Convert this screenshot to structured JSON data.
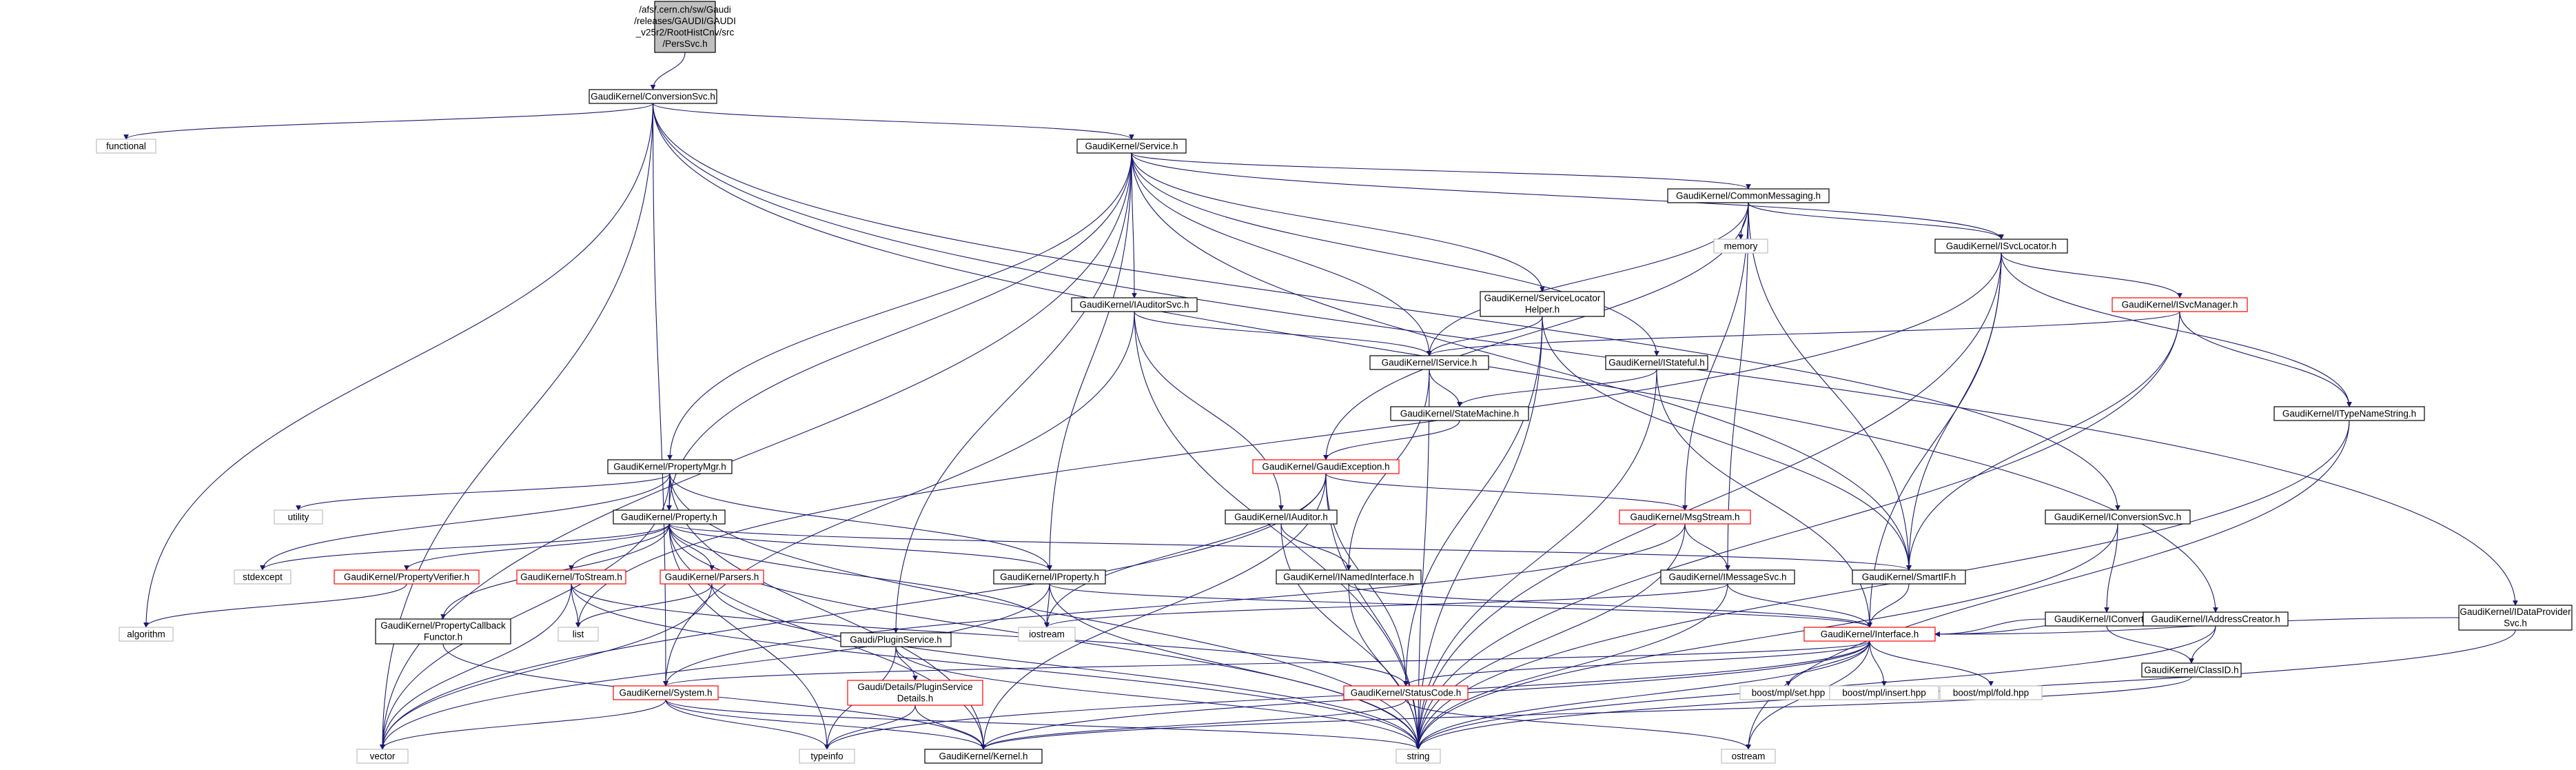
{
  "colors": {
    "edge": "#191970",
    "normal_border": "#000000",
    "normal_fill": "#ffffff",
    "external_border": "#bfbfbf",
    "external_fill": "#ffffff",
    "incomplete_border": "#ff0000",
    "incomplete_fill": "#ffffff",
    "root_border": "#000000",
    "root_fill": "#bfbfbf",
    "text": "#000000"
  },
  "nodes": [
    {
      "id": "root",
      "style": "root",
      "lines": [
        "/afs/.cern.ch/sw/Gaudi",
        "/releases/GAUDI/GAUDI",
        "_v25r2/RootHistCnv/src",
        "/PersSvc.h"
      ]
    },
    {
      "id": "conversionsvc",
      "style": "normal",
      "lines": [
        "GaudiKernel/ConversionSvc.h"
      ]
    },
    {
      "id": "functional",
      "style": "external",
      "lines": [
        "functional"
      ]
    },
    {
      "id": "service",
      "style": "normal",
      "lines": [
        "GaudiKernel/Service.h"
      ]
    },
    {
      "id": "commonmessaging",
      "style": "normal",
      "lines": [
        "GaudiKernel/CommonMessaging.h"
      ]
    },
    {
      "id": "memory",
      "style": "external",
      "lines": [
        "memory"
      ]
    },
    {
      "id": "isvclocator",
      "style": "normal",
      "lines": [
        "GaudiKernel/ISvcLocator.h"
      ]
    },
    {
      "id": "iauditorsvc",
      "style": "normal",
      "lines": [
        "GaudiKernel/IAuditorSvc.h"
      ]
    },
    {
      "id": "servicelocatorhelper",
      "style": "normal",
      "lines": [
        "GaudiKernel/ServiceLocator",
        "Helper.h"
      ]
    },
    {
      "id": "isvcmanager",
      "style": "incomplete",
      "lines": [
        "GaudiKernel/ISvcManager.h"
      ]
    },
    {
      "id": "iservice",
      "style": "normal",
      "lines": [
        "GaudiKernel/IService.h"
      ]
    },
    {
      "id": "istateful",
      "style": "normal",
      "lines": [
        "GaudiKernel/IStateful.h"
      ]
    },
    {
      "id": "statemachine",
      "style": "normal",
      "lines": [
        "GaudiKernel/StateMachine.h"
      ]
    },
    {
      "id": "itypenamestring",
      "style": "normal",
      "lines": [
        "GaudiKernel/ITypeNameString.h"
      ]
    },
    {
      "id": "propertymgr",
      "style": "normal",
      "lines": [
        "GaudiKernel/PropertyMgr.h"
      ]
    },
    {
      "id": "gaudiexception",
      "style": "incomplete",
      "lines": [
        "GaudiKernel/GaudiException.h"
      ]
    },
    {
      "id": "utility",
      "style": "external",
      "lines": [
        "utility"
      ]
    },
    {
      "id": "property",
      "style": "normal",
      "lines": [
        "GaudiKernel/Property.h"
      ]
    },
    {
      "id": "iauditor",
      "style": "normal",
      "lines": [
        "GaudiKernel/IAuditor.h"
      ]
    },
    {
      "id": "msgstream",
      "style": "incomplete",
      "lines": [
        "GaudiKernel/MsgStream.h"
      ]
    },
    {
      "id": "iconversionsvc",
      "style": "normal",
      "lines": [
        "GaudiKernel/IConversionSvc.h"
      ]
    },
    {
      "id": "stdexcept",
      "style": "external",
      "lines": [
        "stdexcept"
      ]
    },
    {
      "id": "propertyverifier",
      "style": "incomplete",
      "lines": [
        "GaudiKernel/PropertyVerifier.h"
      ]
    },
    {
      "id": "tostream",
      "style": "incomplete",
      "lines": [
        "GaudiKernel/ToStream.h"
      ]
    },
    {
      "id": "parsers",
      "style": "incomplete",
      "lines": [
        "GaudiKernel/Parsers.h"
      ]
    },
    {
      "id": "iproperty",
      "style": "normal",
      "lines": [
        "GaudiKernel/IProperty.h"
      ]
    },
    {
      "id": "inamedinterface",
      "style": "normal",
      "lines": [
        "GaudiKernel/INamedInterface.h"
      ]
    },
    {
      "id": "imessagesvc",
      "style": "normal",
      "lines": [
        "GaudiKernel/IMessageSvc.h"
      ]
    },
    {
      "id": "smartif",
      "style": "normal",
      "lines": [
        "GaudiKernel/SmartIF.h"
      ]
    },
    {
      "id": "iconverter",
      "style": "normal",
      "lines": [
        "GaudiKernel/IConverter.h"
      ]
    },
    {
      "id": "iaddresscreator",
      "style": "normal",
      "lines": [
        "GaudiKernel/IAddressCreator.h"
      ]
    },
    {
      "id": "idataprovidersvc",
      "style": "normal",
      "lines": [
        "GaudiKernel/IDataProvider",
        "Svc.h"
      ]
    },
    {
      "id": "algorithm",
      "style": "external",
      "lines": [
        "algorithm"
      ]
    },
    {
      "id": "list",
      "style": "external",
      "lines": [
        "list"
      ]
    },
    {
      "id": "iostream",
      "style": "external",
      "lines": [
        "iostream"
      ]
    },
    {
      "id": "propertycallbackfunctor",
      "style": "normal",
      "lines": [
        "GaudiKernel/PropertyCallback",
        "Functor.h"
      ]
    },
    {
      "id": "pluginservice",
      "style": "normal",
      "lines": [
        "Gaudi/PluginService.h"
      ]
    },
    {
      "id": "interface",
      "style": "incomplete",
      "lines": [
        "GaudiKernel/Interface.h"
      ]
    },
    {
      "id": "classid",
      "style": "normal",
      "lines": [
        "GaudiKernel/ClassID.h"
      ]
    },
    {
      "id": "pluginservicedetails",
      "style": "incomplete",
      "lines": [
        "Gaudi/Details/PluginService",
        "Details.h"
      ]
    },
    {
      "id": "system",
      "style": "incomplete",
      "lines": [
        "GaudiKernel/System.h"
      ]
    },
    {
      "id": "statuscode",
      "style": "incomplete",
      "lines": [
        "GaudiKernel/StatusCode.h"
      ]
    },
    {
      "id": "boostset",
      "style": "external",
      "lines": [
        "boost/mpl/set.hpp"
      ]
    },
    {
      "id": "boostinsert",
      "style": "external",
      "lines": [
        "boost/mpl/insert.hpp"
      ]
    },
    {
      "id": "boostfold",
      "style": "external",
      "lines": [
        "boost/mpl/fold.hpp"
      ]
    },
    {
      "id": "vector",
      "style": "external",
      "lines": [
        "vector"
      ]
    },
    {
      "id": "typeinfo",
      "style": "external",
      "lines": [
        "typeinfo"
      ]
    },
    {
      "id": "kernel",
      "style": "normal",
      "lines": [
        "GaudiKernel/Kernel.h"
      ]
    },
    {
      "id": "string",
      "style": "external",
      "lines": [
        "string"
      ]
    },
    {
      "id": "ostream",
      "style": "external",
      "lines": [
        "ostream"
      ]
    }
  ],
  "edges": [
    [
      "root",
      "conversionsvc"
    ],
    [
      "conversionsvc",
      "functional"
    ],
    [
      "conversionsvc",
      "service"
    ],
    [
      "conversionsvc",
      "iconversionsvc"
    ],
    [
      "conversionsvc",
      "iaddresscreator"
    ],
    [
      "conversionsvc",
      "idataprovidersvc"
    ],
    [
      "conversionsvc",
      "algorithm"
    ],
    [
      "conversionsvc",
      "vector"
    ],
    [
      "conversionsvc",
      "system"
    ],
    [
      "service",
      "commonmessaging"
    ],
    [
      "service",
      "isvclocator"
    ],
    [
      "service",
      "iauditorsvc"
    ],
    [
      "service",
      "servicelocatorhelper"
    ],
    [
      "service",
      "iservice"
    ],
    [
      "service",
      "istateful"
    ],
    [
      "service",
      "propertymgr"
    ],
    [
      "service",
      "property"
    ],
    [
      "service",
      "iproperty"
    ],
    [
      "service",
      "smartif"
    ],
    [
      "service",
      "pluginservice"
    ],
    [
      "service",
      "vector"
    ],
    [
      "commonmessaging",
      "memory"
    ],
    [
      "commonmessaging",
      "isvclocator"
    ],
    [
      "commonmessaging",
      "iservice"
    ],
    [
      "commonmessaging",
      "gaudiexception"
    ],
    [
      "commonmessaging",
      "msgstream"
    ],
    [
      "commonmessaging",
      "imessagesvc"
    ],
    [
      "commonmessaging",
      "smartif"
    ],
    [
      "isvclocator",
      "isvcmanager"
    ],
    [
      "isvclocator",
      "itypenamestring"
    ],
    [
      "isvclocator",
      "smartif"
    ],
    [
      "isvclocator",
      "interface"
    ],
    [
      "isvclocator",
      "string"
    ],
    [
      "isvclocator",
      "list"
    ],
    [
      "iauditorsvc",
      "iservice"
    ],
    [
      "iauditorsvc",
      "iauditor"
    ],
    [
      "iauditorsvc",
      "system"
    ],
    [
      "iauditorsvc",
      "string"
    ],
    [
      "servicelocatorhelper",
      "iservice"
    ],
    [
      "servicelocatorhelper",
      "smartif"
    ],
    [
      "servicelocatorhelper",
      "statuscode"
    ],
    [
      "servicelocatorhelper",
      "string"
    ],
    [
      "isvcmanager",
      "iservice"
    ],
    [
      "isvcmanager",
      "itypenamestring"
    ],
    [
      "isvcmanager",
      "smartif"
    ],
    [
      "isvcmanager",
      "string"
    ],
    [
      "iservice",
      "statemachine"
    ],
    [
      "iservice",
      "inamedinterface"
    ],
    [
      "iservice",
      "string"
    ],
    [
      "istateful",
      "statemachine"
    ],
    [
      "istateful",
      "interface"
    ],
    [
      "istateful",
      "string"
    ],
    [
      "statemachine",
      "gaudiexception"
    ],
    [
      "itypenamestring",
      "string"
    ],
    [
      "itypenamestring",
      "ostream"
    ],
    [
      "propertymgr",
      "utility"
    ],
    [
      "propertymgr",
      "property"
    ],
    [
      "propertymgr",
      "iproperty"
    ],
    [
      "propertymgr",
      "stdexcept"
    ],
    [
      "propertymgr",
      "vector"
    ],
    [
      "propertymgr",
      "string"
    ],
    [
      "propertymgr",
      "kernel"
    ],
    [
      "gaudiexception",
      "msgstream"
    ],
    [
      "gaudiexception",
      "statuscode"
    ],
    [
      "gaudiexception",
      "string"
    ],
    [
      "gaudiexception",
      "iostream"
    ],
    [
      "gaudiexception",
      "kernel"
    ],
    [
      "gaudiexception",
      "vector"
    ],
    [
      "property",
      "stdexcept"
    ],
    [
      "property",
      "propertyverifier"
    ],
    [
      "property",
      "tostream"
    ],
    [
      "property",
      "parsers"
    ],
    [
      "property",
      "iproperty"
    ],
    [
      "property",
      "propertycallbackfunctor"
    ],
    [
      "property",
      "smartif"
    ],
    [
      "property",
      "string"
    ],
    [
      "property",
      "kernel"
    ],
    [
      "property",
      "typeinfo"
    ],
    [
      "property",
      "iostream"
    ],
    [
      "iauditor",
      "inamedinterface"
    ],
    [
      "iauditor",
      "string"
    ],
    [
      "msgstream",
      "imessagesvc"
    ],
    [
      "msgstream",
      "string"
    ],
    [
      "msgstream",
      "system"
    ],
    [
      "iconversionsvc",
      "iconverter"
    ],
    [
      "iconversionsvc",
      "string"
    ],
    [
      "propertyverifier",
      "algorithm"
    ],
    [
      "tostream",
      "list"
    ],
    [
      "tostream",
      "vector"
    ],
    [
      "tostream",
      "string"
    ],
    [
      "tostream",
      "statuscode"
    ],
    [
      "parsers",
      "list"
    ],
    [
      "parsers",
      "vector"
    ],
    [
      "parsers",
      "string"
    ],
    [
      "iproperty",
      "interface"
    ],
    [
      "iproperty",
      "iostream"
    ],
    [
      "iproperty",
      "vector"
    ],
    [
      "iproperty",
      "string"
    ],
    [
      "inamedinterface",
      "interface"
    ],
    [
      "inamedinterface",
      "string"
    ],
    [
      "imessagesvc",
      "interface"
    ],
    [
      "imessagesvc",
      "iostream"
    ],
    [
      "imessagesvc",
      "string"
    ],
    [
      "smartif",
      "interface"
    ],
    [
      "iconverter",
      "interface"
    ],
    [
      "iconverter",
      "classid"
    ],
    [
      "iaddresscreator",
      "interface"
    ],
    [
      "iaddresscreator",
      "classid"
    ],
    [
      "iaddresscreator",
      "string"
    ],
    [
      "idataprovidersvc",
      "interface"
    ],
    [
      "idataprovidersvc",
      "string"
    ],
    [
      "propertycallbackfunctor",
      "kernel"
    ],
    [
      "pluginservice",
      "pluginservicedetails"
    ],
    [
      "pluginservice",
      "string"
    ],
    [
      "pluginservice",
      "typeinfo"
    ],
    [
      "interface",
      "system"
    ],
    [
      "interface",
      "statuscode"
    ],
    [
      "interface",
      "boostset"
    ],
    [
      "interface",
      "boostinsert"
    ],
    [
      "interface",
      "boostfold"
    ],
    [
      "interface",
      "ostream"
    ],
    [
      "interface",
      "string"
    ],
    [
      "interface",
      "typeinfo"
    ],
    [
      "interface",
      "kernel"
    ],
    [
      "classid",
      "kernel"
    ],
    [
      "pluginservicedetails",
      "kernel"
    ],
    [
      "pluginservicedetails",
      "typeinfo"
    ],
    [
      "system",
      "vector"
    ],
    [
      "system",
      "string"
    ],
    [
      "system",
      "typeinfo"
    ],
    [
      "system",
      "kernel"
    ],
    [
      "statuscode",
      "ostream"
    ],
    [
      "statuscode",
      "kernel"
    ]
  ]
}
